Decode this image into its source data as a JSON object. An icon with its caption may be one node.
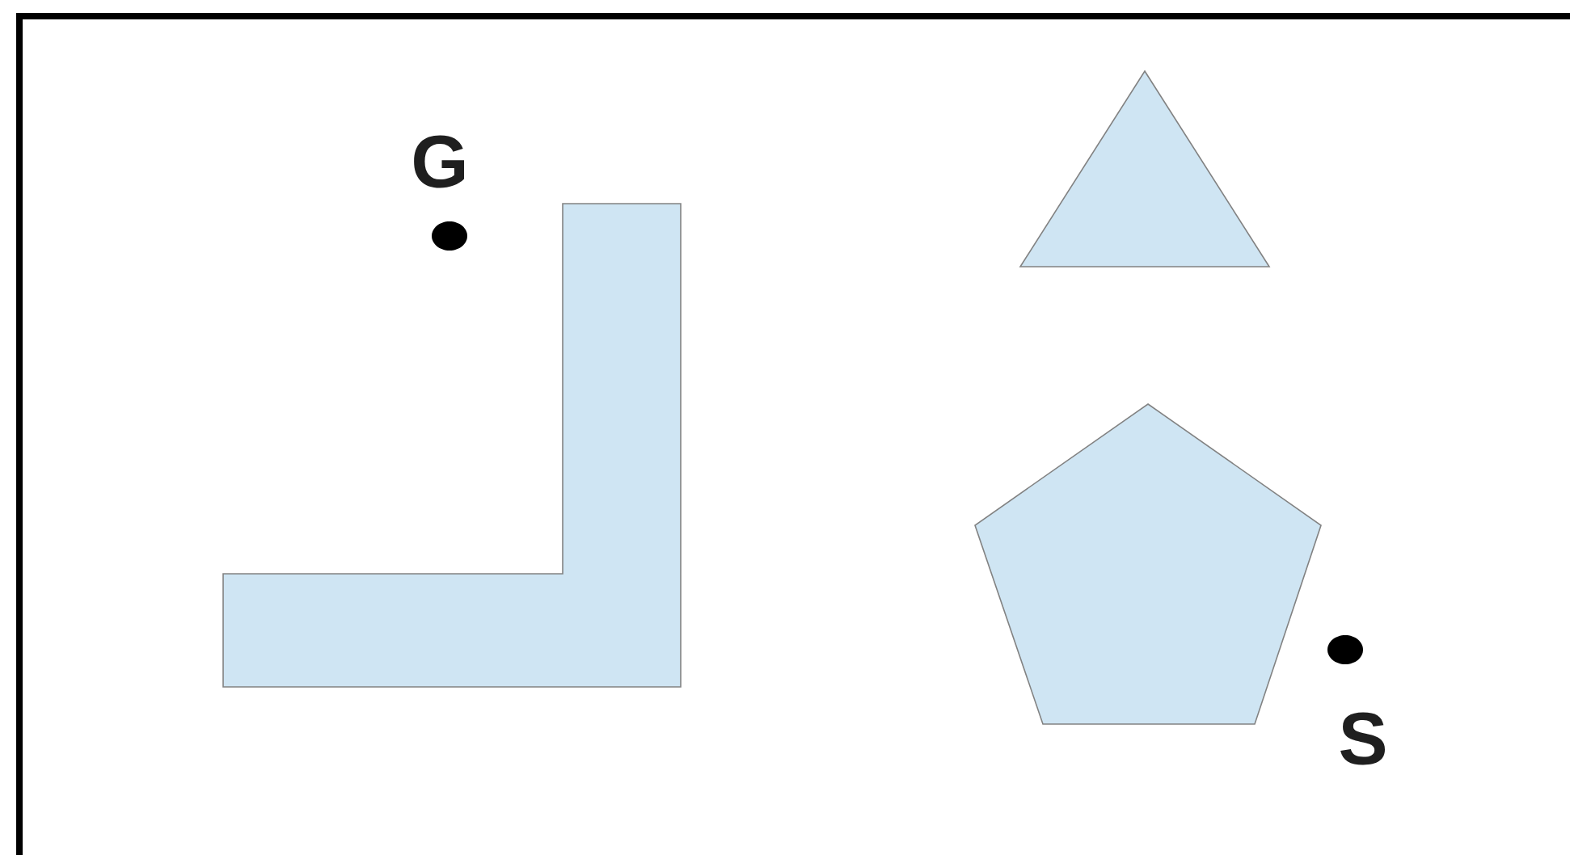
{
  "diagram": {
    "nodes": [
      {
        "text": [],
        "shape": "circle",
        "beside": [
          "G"
        ]
      },
      {
        "text": [],
        "shape": "polygon"
      },
      {
        "text": [],
        "shape": "triangle"
      },
      {
        "text": [],
        "shape": "pentagon"
      },
      {
        "text": [],
        "shape": "circle",
        "beside": [
          "S"
        ]
      }
    ]
  }
}
